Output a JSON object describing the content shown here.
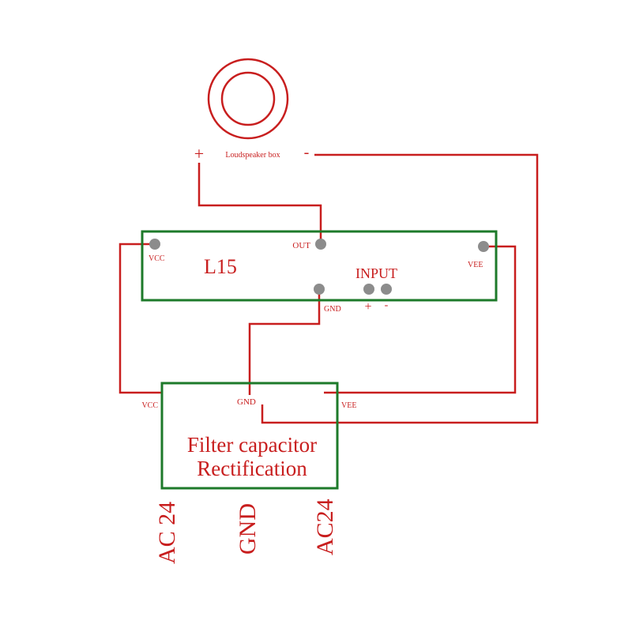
{
  "speaker": {
    "label": "Loudspeaker box",
    "plus": "+",
    "minus": "-"
  },
  "amp": {
    "name": "L15",
    "out": "OUT",
    "vcc": "VCC",
    "vee": "VEE",
    "gnd": "GND",
    "input": "INPUT",
    "input_plus": "+",
    "input_minus": "-"
  },
  "psu": {
    "vcc": "VCC",
    "gnd": "GND",
    "vee": "VEE",
    "line1": "Filter capacitor",
    "line2": "Rectification"
  },
  "supply": {
    "ac1": "AC 24",
    "gnd": "GND",
    "ac2": "AC24"
  },
  "colors": {
    "wire": "#c81e1e",
    "box": "#1d7a2a",
    "pin": "#8c8c8c"
  }
}
